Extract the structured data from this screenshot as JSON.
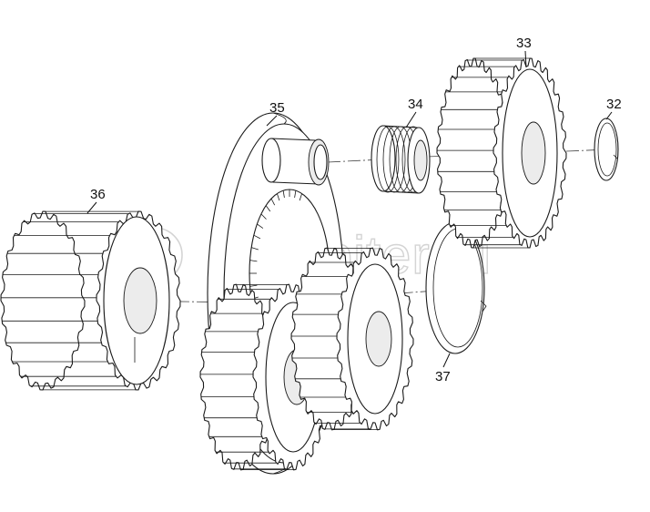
{
  "watermark": "autopiter.ru",
  "colors": {
    "line": "#1a1a1a",
    "background": "#ffffff",
    "shade": "#ececec",
    "watermark": "#d4d4d4"
  },
  "parts": [
    {
      "id": "32",
      "label": "32",
      "kind": "snap-ring"
    },
    {
      "id": "33",
      "label": "33",
      "kind": "spur-gear"
    },
    {
      "id": "34",
      "label": "34",
      "kind": "needle-bearing"
    },
    {
      "id": "35",
      "label": "35",
      "kind": "planet-carrier"
    },
    {
      "id": "36",
      "label": "36",
      "kind": "wide-gear"
    },
    {
      "id": "37",
      "label": "37",
      "kind": "ring"
    }
  ]
}
